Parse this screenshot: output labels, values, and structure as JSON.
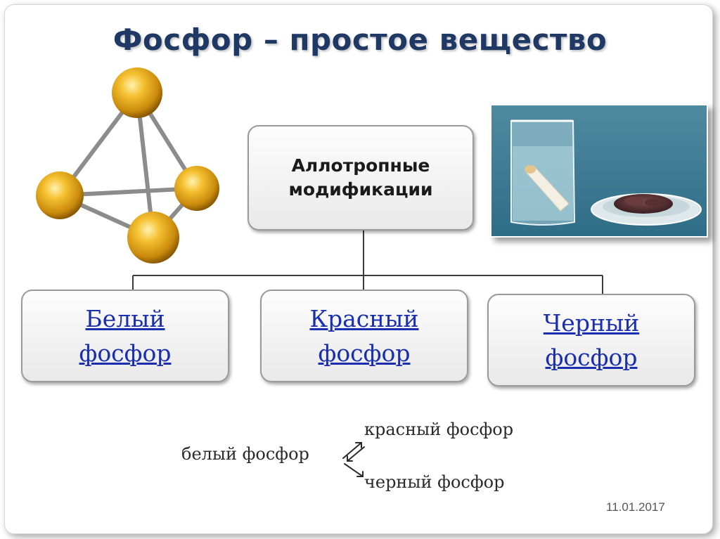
{
  "title": "Фосфор – простое вещество",
  "center_box": {
    "label": "Аллотропные\nмодификации"
  },
  "allotropes": [
    {
      "label": "Белый\nфосфор"
    },
    {
      "label": "Красный\nфосфор"
    },
    {
      "label": "Черный\nфосфор"
    }
  ],
  "scheme": {
    "source": "белый фосфор",
    "product_top": "красный фосфор",
    "product_bottom": "черный фосфор"
  },
  "footer": {
    "date": "11.01.2017"
  },
  "colors": {
    "title": "#1f3864",
    "link": "#1a2fb0",
    "atom": "#e8a417",
    "bond": "#8c8c8c"
  },
  "icons": {
    "molecule": "p4-tetrahedron-molecule-icon",
    "photo": "white-and-red-phosphorus-photo"
  }
}
